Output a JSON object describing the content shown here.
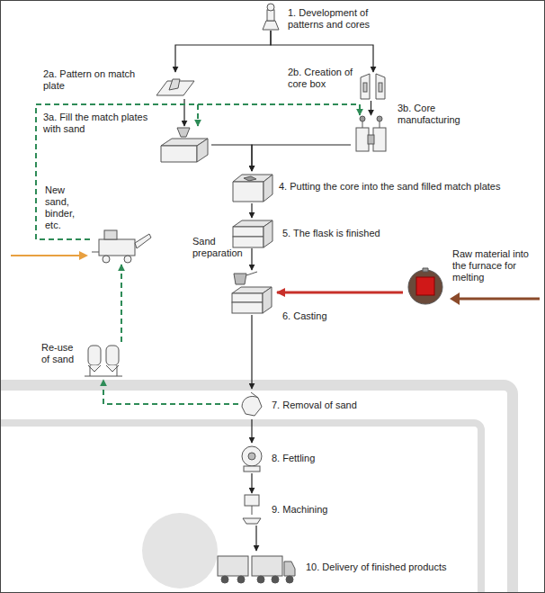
{
  "diagram": {
    "nodes": [
      {
        "text": [
          "1. Development of patterns and cores"
        ]
      },
      {
        "text": [
          "2a. Pattern on match plate"
        ]
      },
      {
        "text": [
          "2b. Creation of core box"
        ]
      },
      {
        "text": [
          "3a. Fill the match plates with sand"
        ]
      },
      {
        "text": [
          "3b. Core manufacturing"
        ]
      },
      {
        "text": [
          "4. Putting the core into the sand filled match plates"
        ]
      },
      {
        "text": [
          "5. The flask is finished"
        ]
      },
      {
        "text": [
          "Sand preparation"
        ]
      },
      {
        "text": [
          "Raw material into the furnace for melting"
        ]
      },
      {
        "text": [
          "6. Casting"
        ]
      },
      {
        "text": [
          "Re-use of sand"
        ]
      },
      {
        "text": [
          "7. Removal of sand"
        ]
      },
      {
        "text": [
          "8. Fettling"
        ]
      },
      {
        "text": [
          "9. Machining"
        ]
      },
      {
        "text": [
          "10. Delivery of finished products"
        ]
      }
    ],
    "edges": [
      {
        "from": 0,
        "to": 1,
        "arrow": "to"
      },
      {
        "from": 0,
        "to": 2,
        "arrow": "to"
      },
      {
        "from": 1,
        "to": 3,
        "arrow": "to"
      },
      {
        "from": 2,
        "to": 4,
        "arrow": "to"
      },
      {
        "from": 3,
        "to": 5,
        "arrow": "to"
      },
      {
        "from": 4,
        "to": 5,
        "arrow": "to"
      },
      {
        "from": 5,
        "to": 6,
        "arrow": "to"
      },
      {
        "from": 6,
        "to": 9,
        "arrow": "to"
      },
      {
        "from": 8,
        "to": 9,
        "arrow": "to"
      },
      {
        "from": 9,
        "to": 11,
        "arrow": "to"
      },
      {
        "from": 11,
        "to": 12,
        "arrow": "to"
      },
      {
        "from": 12,
        "to": 13,
        "arrow": "to"
      },
      {
        "from": 13,
        "to": 14,
        "arrow": "to"
      },
      {
        "from": 11,
        "to": 10,
        "arrow": "to"
      },
      {
        "from": 10,
        "to": 7,
        "arrow": "to"
      },
      {
        "from": 7,
        "to": 3,
        "arrow": "to"
      },
      {
        "from": 7,
        "to": 4,
        "arrow": "to"
      }
    ],
    "labels": [
      "New sand, binder, etc."
    ]
  }
}
